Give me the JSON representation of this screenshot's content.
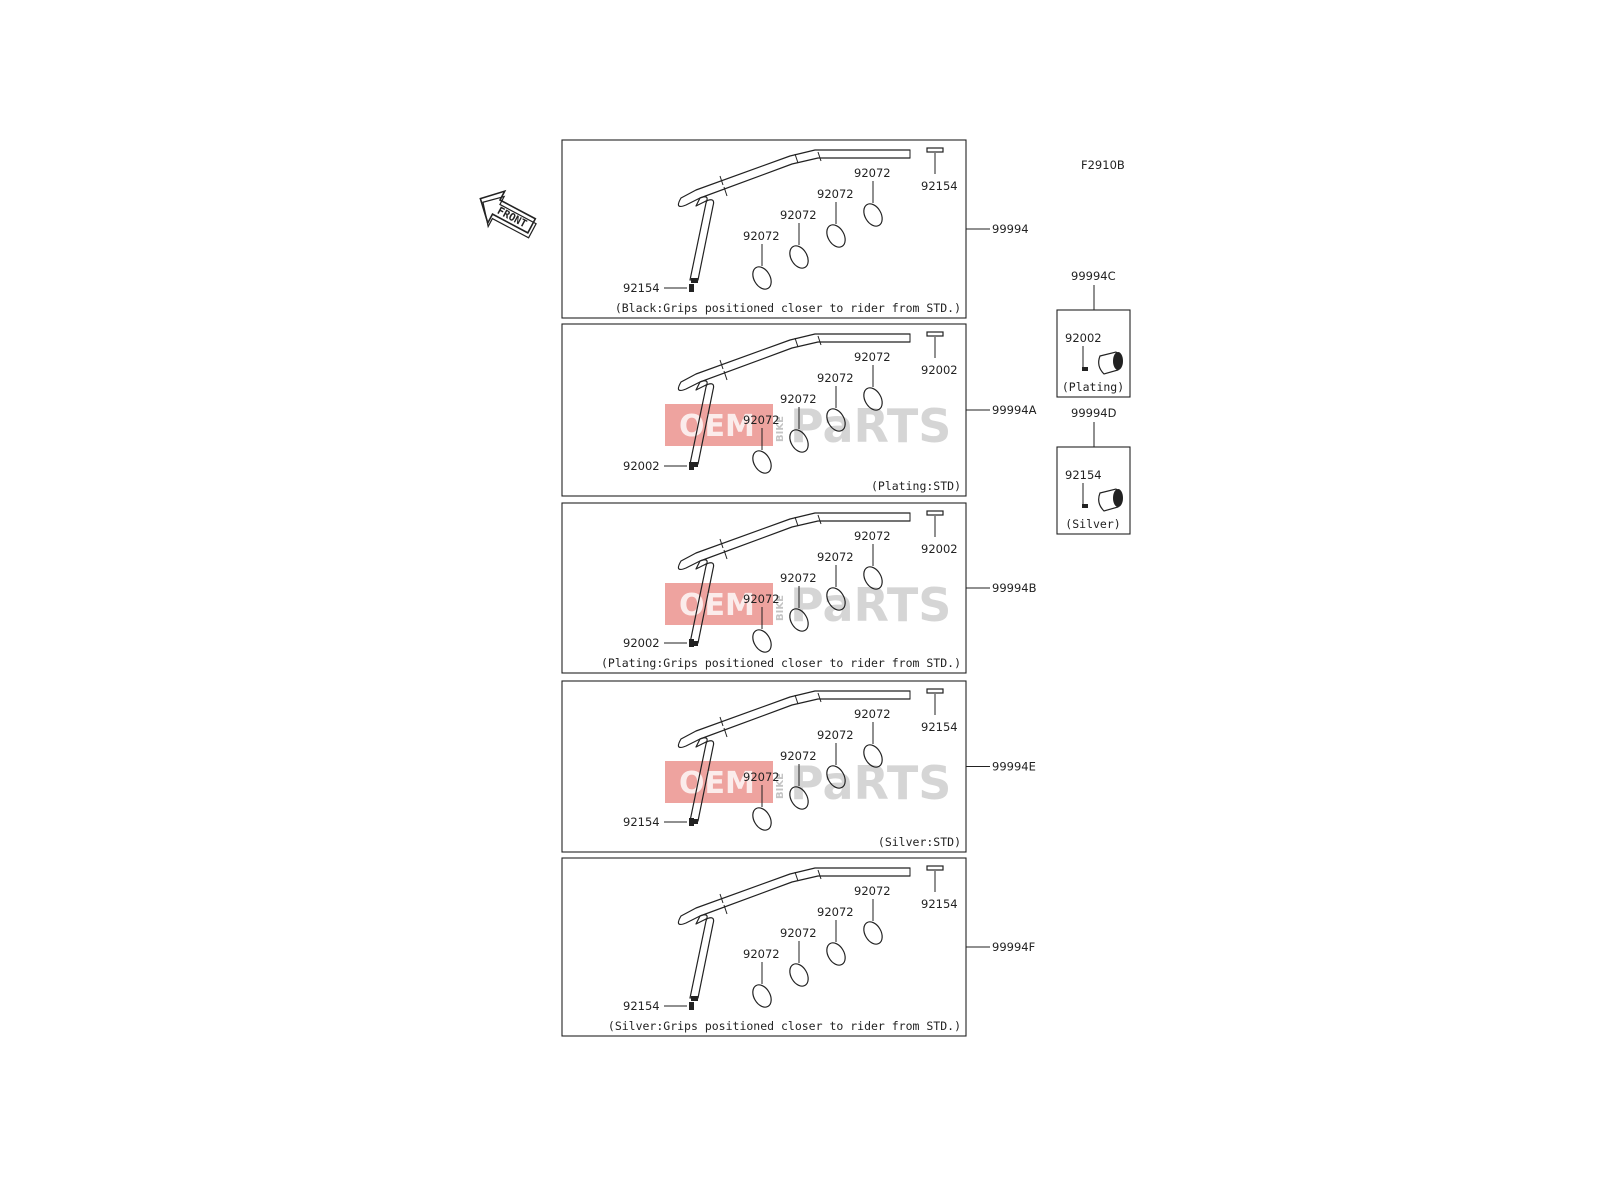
{
  "figure_code": "F2910B",
  "front_label": "FRONT",
  "watermark": {
    "brand": "OEM",
    "sub": "BIKE",
    "word": "PaRTS"
  },
  "panels": [
    {
      "id": "99994",
      "caption": "(Black:Grips positioned closer to rider from STD.)",
      "end_part": "92154",
      "end_part_top": "92154",
      "ring_part": "92072",
      "watermark": false
    },
    {
      "id": "99994A",
      "caption": "(Plating:STD)",
      "end_part": "92002",
      "end_part_top": "92002",
      "ring_part": "92072",
      "watermark": true
    },
    {
      "id": "99994B",
      "caption": "(Plating:Grips positioned closer to rider from STD.)",
      "end_part": "92002",
      "end_part_top": "92002",
      "ring_part": "92072",
      "watermark": true
    },
    {
      "id": "99994E",
      "caption": "(Silver:STD)",
      "end_part": "92154",
      "end_part_top": "92154",
      "ring_part": "92072",
      "watermark": true
    },
    {
      "id": "99994F",
      "caption": "(Silver:Grips positioned closer to rider from STD.)",
      "end_part": "92154",
      "end_part_top": "92154",
      "ring_part": "92072",
      "watermark": false
    }
  ],
  "side_kits": [
    {
      "id": "99994C",
      "part": "92002",
      "caption": "(Plating)"
    },
    {
      "id": "99994D",
      "part": "92154",
      "caption": "(Silver)"
    }
  ]
}
